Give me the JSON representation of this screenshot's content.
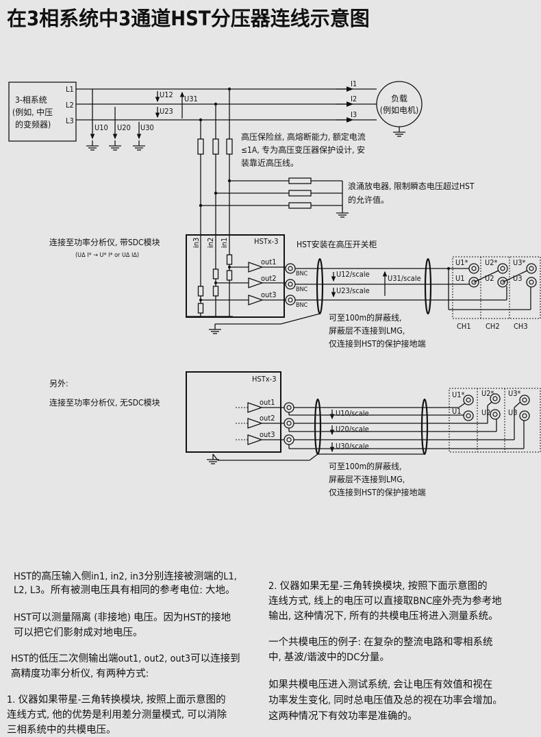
{
  "title": "在3相系统中3通道HST分压器连线示意图",
  "source": {
    "lines": [
      "3-相系统",
      "(例如, 中压",
      "的变频器)"
    ],
    "L1": "L1",
    "L2": "L2",
    "L3": "L3"
  },
  "load": {
    "line1": "负载",
    "line2": "(例如电机)",
    "I1": "I1",
    "I2": "I2",
    "I3": "I3"
  },
  "voltages": {
    "U12": "U12",
    "U23": "U23",
    "U31": "U31",
    "U10": "U10",
    "U20": "U20",
    "U30": "U30"
  },
  "fuse_note": [
    "高压保险丝, 高熔断能力, 额定电流",
    "≤1A, 专为高压变压器保护设计, 安",
    "装靠近高压线。"
  ],
  "surge_note": [
    "浪涌放电器, 限制瞬态电压超过HST",
    "的允许值。"
  ],
  "diagram1": {
    "left_label": "连接至功率分析仪, 带SDC模块",
    "formula": "(UΔ I* → U* I* or UΔ IΔ)",
    "box_title": "HSTx-3",
    "inputs": [
      "in3",
      "in2",
      "in1"
    ],
    "outputs": [
      "out1",
      "out2",
      "out3"
    ],
    "bnc": "BNC",
    "install_note": "HST安装在高压开关柜",
    "scales": [
      "U12/scale",
      "U23/scale",
      "U31/scale"
    ],
    "cable_note": [
      "可至100m的屏蔽线,",
      "屏蔽层不连接到LMG,",
      "仅连接到HST的保护接地端"
    ]
  },
  "diagram2": {
    "also": "另外:",
    "left_label": "连接至功率分析仪, 无SDC模块",
    "box_title": "HSTx-3",
    "outputs": [
      "out1",
      "out2",
      "out3"
    ],
    "scales": [
      "U10/scale",
      "U20/scale",
      "U30/scale"
    ],
    "cable_note": [
      "可至100m的屏蔽线,",
      "屏蔽层不连接到LMG,",
      "仅连接到HST的保护接地端"
    ]
  },
  "channels": {
    "star": [
      "U1*",
      "U2*",
      "U3*"
    ],
    "plain": [
      "U1",
      "U2",
      "U3"
    ],
    "names": [
      "CH1",
      "CH2",
      "CH3"
    ]
  },
  "text_left": [
    [
      "HST的高压输入侧in1, in2, in3分别连接被测端的L1,",
      "L2, L3。所有被测电压具有相同的参考电位: 大地。"
    ],
    [
      "HST可以测量隔离 (非接地) 电压。因为HST的接地",
      "可以把它们影射成对地电压。"
    ],
    [
      "HST的低压二次侧输出端out1, out2, out3可以连接到",
      "高精度功率分析仪, 有两种方式:"
    ],
    [
      "1. 仪器如果带星-三角转换模块, 按照上面示意图的",
      "连线方式, 他的优势是利用差分测量模式, 可以消除",
      "三相系统中的共模电压。"
    ]
  ],
  "text_right": [
    [
      "2. 仪器如果无星-三角转换模块, 按照下面示意图的",
      "连线方式, 线上的电压可以直接取BNC座外壳为参考地",
      "输出, 这种情况下, 所有的共模电压将进入测量系统。"
    ],
    [
      "一个共模电压的例子: 在复杂的整流电路和零相系统",
      "中, 基波/谐波中的DC分量。"
    ],
    [
      "如果共模电压进入测试系统, 会让电压有效值和视在",
      "功率发生变化, 同时总电压值及总的视在功率会增加。",
      "这两种情况下有效功率是准确的。"
    ]
  ]
}
